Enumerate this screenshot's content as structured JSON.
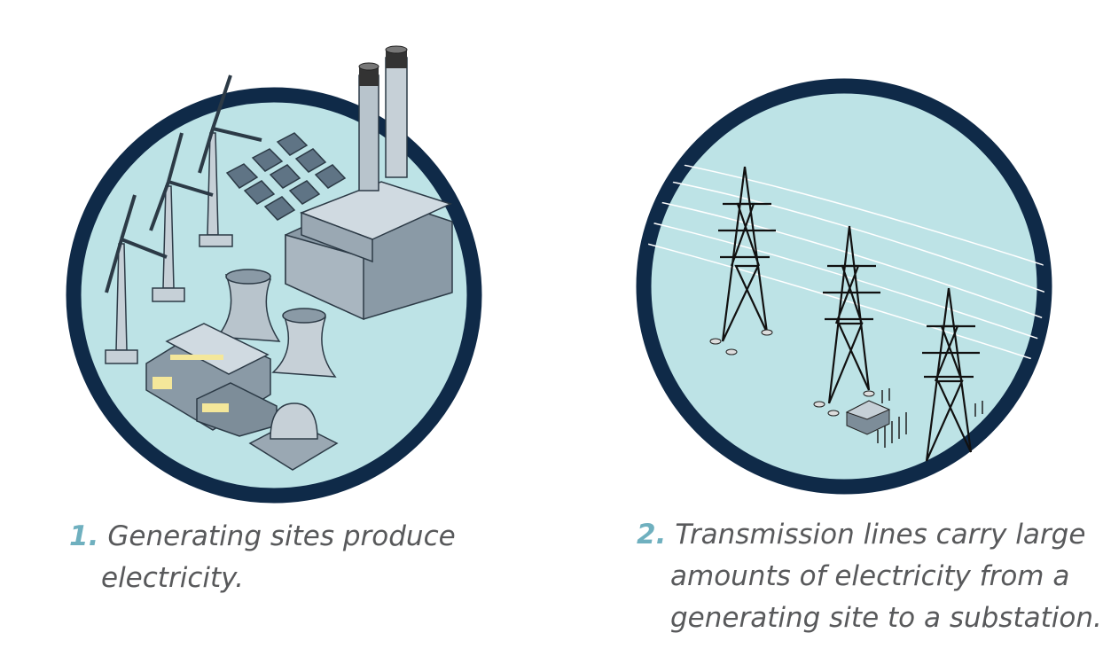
{
  "colors": {
    "ring": "#0f2a48",
    "fill": "#bde3e6",
    "number": "#6fb0bf",
    "text": "#58595b"
  },
  "panels": [
    {
      "number": "1.",
      "lines": [
        "Generating sites produce",
        "electricity."
      ],
      "illustration": "power-generation-icon"
    },
    {
      "number": "2.",
      "lines": [
        "Transmission lines carry large",
        "amounts of electricity from a",
        "generating site to a substation."
      ],
      "illustration": "transmission-towers-icon"
    }
  ]
}
